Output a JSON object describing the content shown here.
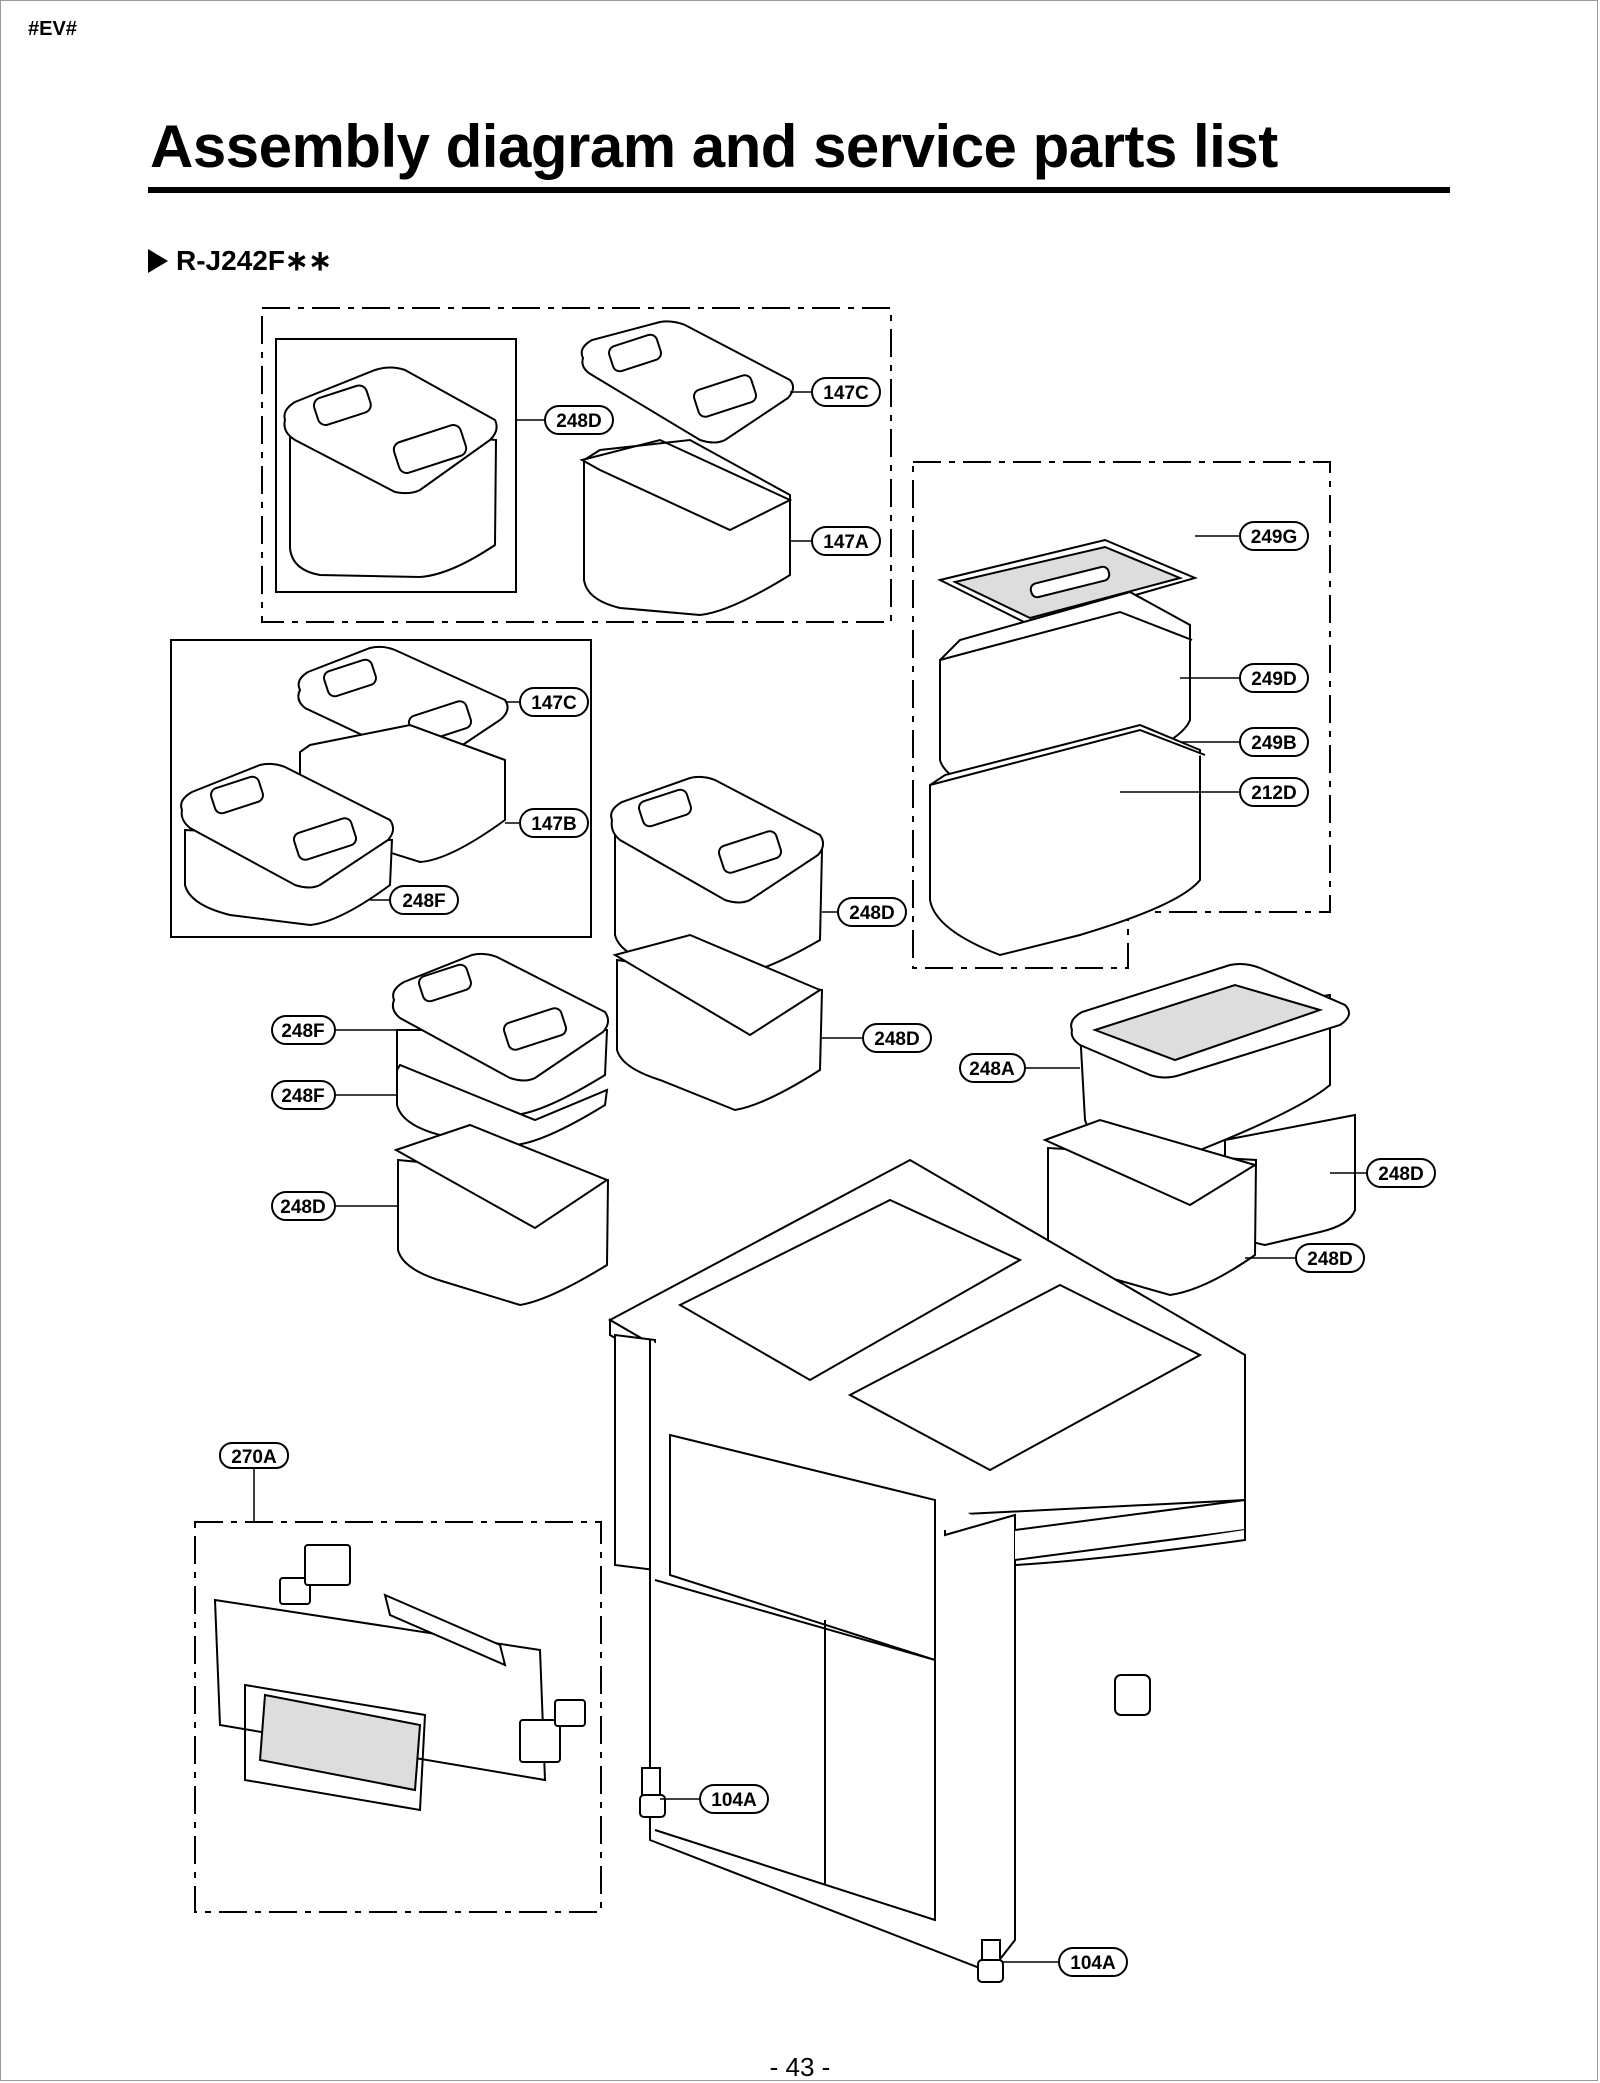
{
  "header": {
    "code": "#EV#",
    "title": "Assembly diagram and service parts list"
  },
  "model": {
    "label": "R-J242F∗∗"
  },
  "footer": {
    "page_number": "- 43 -"
  },
  "callouts": {
    "c147C_top": "147C",
    "c248D_top": "248D",
    "c147A": "147A",
    "c249G": "249G",
    "c249D": "249D",
    "c249B": "249B",
    "c212D": "212D",
    "c147C_mid": "147C",
    "c147B": "147B",
    "c248F_mid": "248F",
    "c248D_center1": "248D",
    "c248D_center2": "248D",
    "c248F_left1": "248F",
    "c248F_left2": "248F",
    "c248D_left": "248D",
    "c248A": "248A",
    "c248D_right1": "248D",
    "c248D_right2": "248D",
    "c270A": "270A",
    "c104A_left": "104A",
    "c104A_bottom": "104A"
  }
}
